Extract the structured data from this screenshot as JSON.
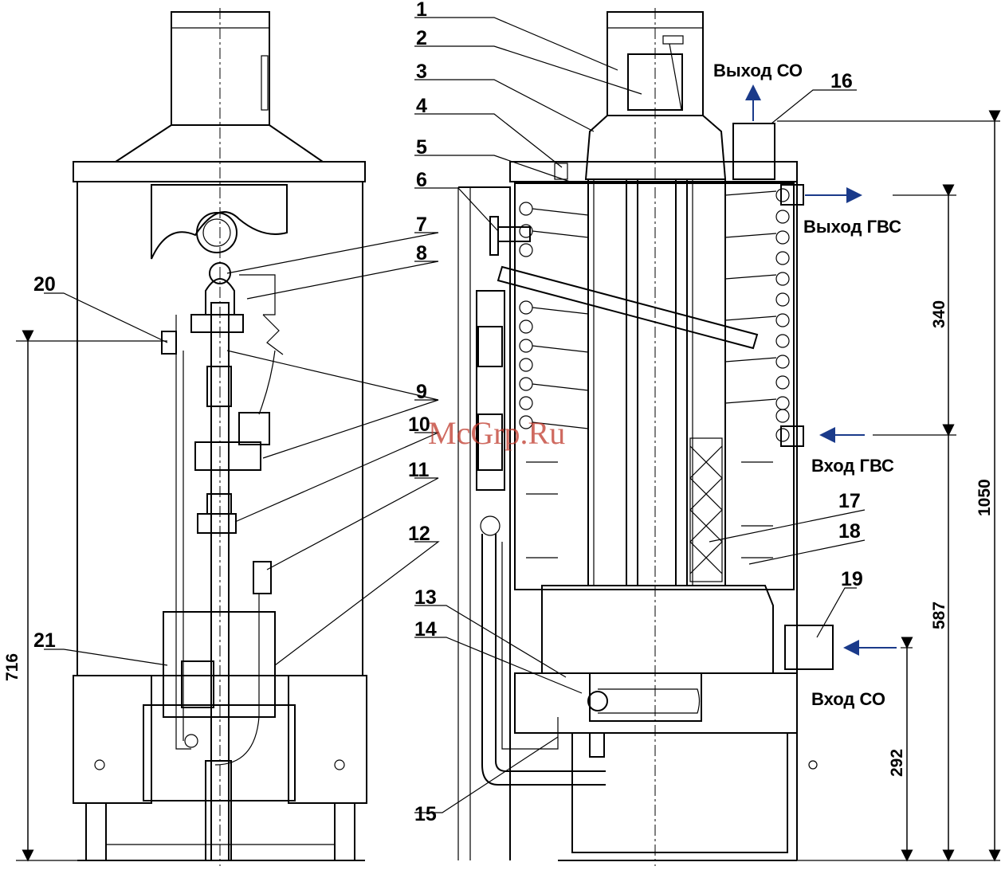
{
  "callouts": [
    "1",
    "2",
    "3",
    "4",
    "5",
    "6",
    "7",
    "8",
    "9",
    "10",
    "11",
    "12",
    "13",
    "14",
    "15",
    "16",
    "17",
    "18",
    "19",
    "20",
    "21"
  ],
  "labels": {
    "co_out": "Выход СО",
    "hw_out": "Выход ГВС",
    "hw_in": "Вход ГВС",
    "co_in": "Вход СО"
  },
  "dimensions": {
    "d716": "716",
    "d340": "340",
    "d1050": "1050",
    "d587": "587",
    "d292": "292"
  },
  "watermark": "McGrp.Ru",
  "colors": {
    "line": "#000000",
    "arrow": "#1a3a8a",
    "watermark": "#c0392b"
  }
}
